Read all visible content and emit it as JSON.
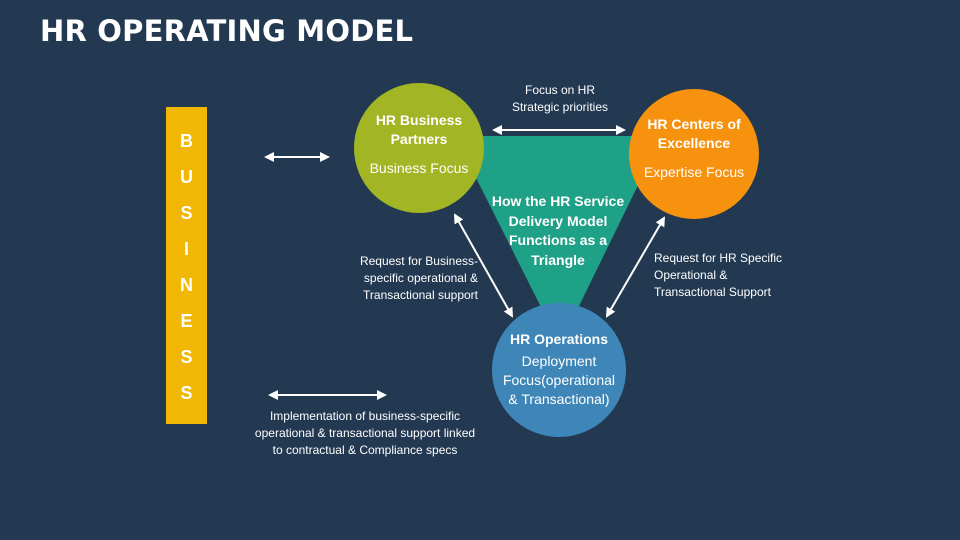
{
  "title": "HR OPERATING MODEL",
  "business": {
    "letters": [
      "B",
      "U",
      "S",
      "I",
      "N",
      "E",
      "S",
      "S"
    ],
    "color": "#F2B705"
  },
  "nodes": {
    "business_partners": {
      "title": "HR Business Partners",
      "title_line1": "HR Business",
      "title_line2": "Partners",
      "subtitle": "Business Focus",
      "color": "#A2B524"
    },
    "centers_of_excellence": {
      "title": "HR Centers of Excellence",
      "title_line1": "HR Centers of",
      "title_line2": "Excellence",
      "subtitle": "Expertise Focus",
      "color": "#F7920F"
    },
    "operations": {
      "title": "HR Operations",
      "subtitle_line1": "Deployment",
      "subtitle_line2": "Focus(operational",
      "subtitle_line3": "& Transactional)",
      "color": "#3F86B8"
    }
  },
  "triangle": {
    "line1": "How the HR Service",
    "line2": "Delivery Model",
    "line3": "Functions as a",
    "line4": "Triangle",
    "color": "#1FA187"
  },
  "annotations": {
    "top": {
      "line1": "Focus on HR",
      "line2": "Strategic priorities"
    },
    "left": {
      "line1": "Request for Business-",
      "line2": "specific operational &",
      "line3": "Transactional support"
    },
    "right": {
      "line1": "Request for HR Specific",
      "line2": "Operational &",
      "line3": "Transactional Support"
    },
    "bottom": {
      "line1": "Implementation of business-specific",
      "line2": "operational & transactional support linked",
      "line3": "to contractual & Compliance specs"
    }
  },
  "colors": {
    "background": "#233851",
    "text": "#FFFFFF"
  }
}
